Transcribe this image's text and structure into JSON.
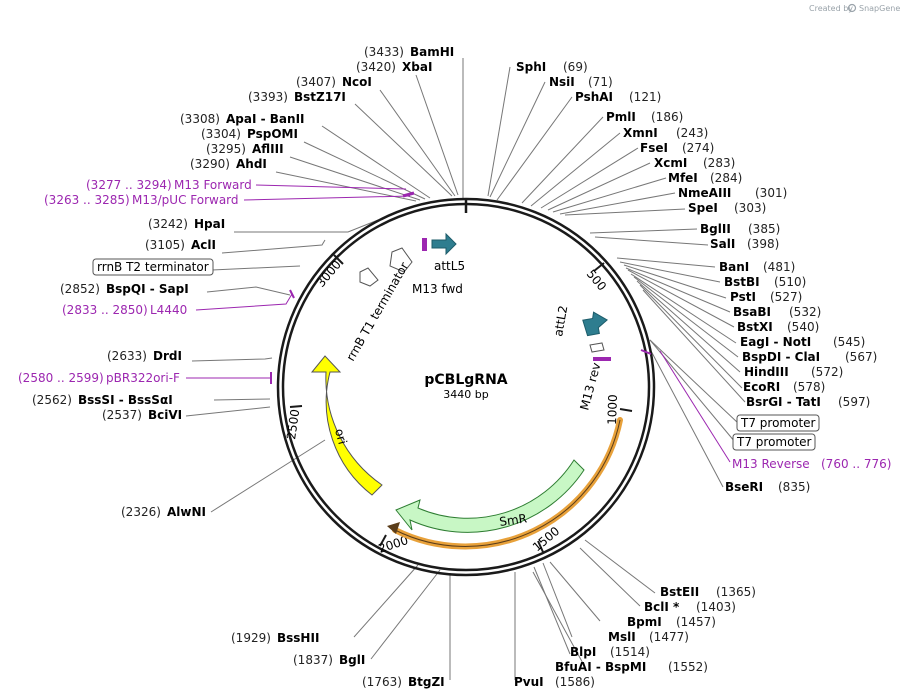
{
  "credit": {
    "prefix": "Created by",
    "brand": "SnapGene"
  },
  "plasmid": {
    "name": "pCBLgRNA",
    "length": "3440 bp"
  },
  "ticks": [
    "500",
    "1000",
    "1500",
    "2000",
    "2500",
    "3000"
  ],
  "colors": {
    "primer": "#9c27b0",
    "attL": "#2e7d8f",
    "ori": "#ffff00",
    "smr": "#c8f7c5",
    "orange": "#e8a13a"
  },
  "features": [
    {
      "name": "attL5",
      "color": "#2e7d8f"
    },
    {
      "name": "M13 fwd",
      "color": "#9c27b0"
    },
    {
      "name": "attL2",
      "color": "#2e7d8f"
    },
    {
      "name": "M13 rev",
      "color": "#9c27b0"
    },
    {
      "name": "rrnB T1 terminator",
      "color": "#ffffff"
    },
    {
      "name": "ori",
      "color": "#ffff00"
    },
    {
      "name": "SmR",
      "color": "#c8f7c5"
    }
  ],
  "boxed_features": [
    "rrnB T2 terminator",
    "T7 promoter",
    "T7 promoter"
  ],
  "sites_right": [
    {
      "enzyme": "SphI",
      "pos": "(69)"
    },
    {
      "enzyme": "NsiI",
      "pos": "(71)"
    },
    {
      "enzyme": "PshAI",
      "pos": "(121)"
    },
    {
      "enzyme": "PmlI",
      "pos": "(186)"
    },
    {
      "enzyme": "XmnI",
      "pos": "(243)"
    },
    {
      "enzyme": "FseI",
      "pos": "(274)"
    },
    {
      "enzyme": "XcmI",
      "pos": "(283)"
    },
    {
      "enzyme": "MfeI",
      "pos": "(284)"
    },
    {
      "enzyme": "NmeAIII",
      "pos": "(301)"
    },
    {
      "enzyme": "SpeI",
      "pos": "(303)"
    },
    {
      "enzyme": "BglII",
      "pos": "(385)"
    },
    {
      "enzyme": "SalI",
      "pos": "(398)"
    },
    {
      "enzyme": "BanI",
      "pos": "(481)"
    },
    {
      "enzyme": "BstBI",
      "pos": "(510)"
    },
    {
      "enzyme": "PstI",
      "pos": "(527)"
    },
    {
      "enzyme": "BsaBI",
      "pos": "(532)"
    },
    {
      "enzyme": "BstXI",
      "pos": "(540)"
    },
    {
      "enzyme": "EagI - NotI",
      "pos": "(545)"
    },
    {
      "enzyme": "BspDI - ClaI",
      "pos": "(567)"
    },
    {
      "enzyme": "HindIII",
      "pos": "(572)"
    },
    {
      "enzyme": "EcoRI",
      "pos": "(578)"
    },
    {
      "enzyme": "BsrGI - TatI",
      "pos": "(597)"
    },
    {
      "enzyme": "BseRI",
      "pos": "(835)"
    }
  ],
  "sites_left": [
    {
      "pos": "(3433)",
      "enzyme": "BamHI"
    },
    {
      "pos": "(3420)",
      "enzyme": "XbaI"
    },
    {
      "pos": "(3407)",
      "enzyme": "NcoI"
    },
    {
      "pos": "(3393)",
      "enzyme": "BstZ17I"
    },
    {
      "pos": "(3308)",
      "enzyme": "ApaI - BanII"
    },
    {
      "pos": "(3304)",
      "enzyme": "PspOMI"
    },
    {
      "pos": "(3295)",
      "enzyme": "AflIII"
    },
    {
      "pos": "(3290)",
      "enzyme": "AhdI"
    },
    {
      "pos": "(3242)",
      "enzyme": "HpaI"
    },
    {
      "pos": "(3105)",
      "enzyme": "AclI"
    },
    {
      "pos": "(2852)",
      "enzyme": "BspQI - SapI"
    },
    {
      "pos": "(2633)",
      "enzyme": "DrdI"
    },
    {
      "pos": "(2562)",
      "enzyme": "BssSI - BssSαI"
    },
    {
      "pos": "(2537)",
      "enzyme": "BciVI"
    },
    {
      "pos": "(2326)",
      "enzyme": "AlwNI"
    },
    {
      "pos": "(1929)",
      "enzyme": "BssHII"
    },
    {
      "pos": "(1837)",
      "enzyme": "BglI"
    },
    {
      "pos": "(1763)",
      "enzyme": "BtgZI"
    }
  ],
  "sites_bottom": [
    {
      "enzyme": "PvuI",
      "pos": "(1586)"
    },
    {
      "enzyme": "BfuAI - BspMI",
      "pos": "(1552)"
    },
    {
      "enzyme": "BlpI",
      "pos": "(1514)"
    },
    {
      "enzyme": "MslI",
      "pos": "(1477)"
    },
    {
      "enzyme": "BpmI",
      "pos": "(1457)"
    },
    {
      "enzyme": "BclI *",
      "pos": "(1403)"
    },
    {
      "enzyme": "BstEII",
      "pos": "(1365)"
    }
  ],
  "primers": [
    {
      "range": "(3277 .. 3294)",
      "name": "M13 Forward"
    },
    {
      "range": "(3263 .. 3285)",
      "name": "M13/pUC Forward"
    },
    {
      "range": "(2833 .. 2850)",
      "name": "L4440"
    },
    {
      "range": "(2580 .. 2599)",
      "name": "pBR322ori-F"
    },
    {
      "name": "M13 Reverse",
      "range": "(760 .. 776)"
    }
  ]
}
